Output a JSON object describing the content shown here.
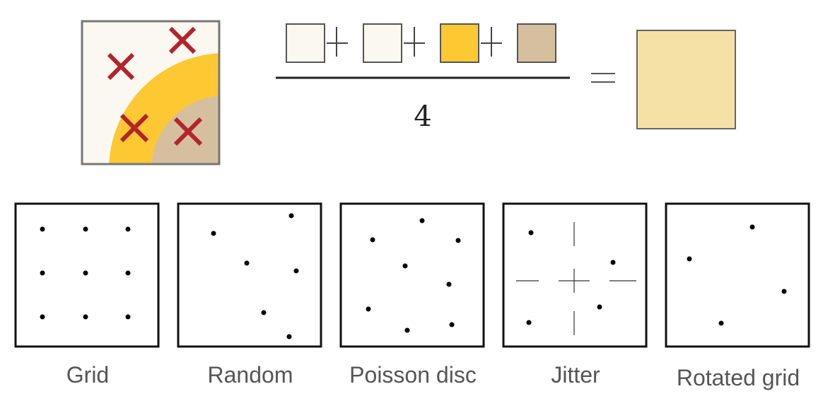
{
  "colors": {
    "background_swatch": "#fbf8f1",
    "yellow": "#fdc832",
    "tan": "#d6bf9f",
    "result": "#f5e1a6",
    "cross": "#b3242c",
    "border": "#444444"
  },
  "equation": {
    "terms": [
      "background_swatch",
      "background_swatch",
      "yellow",
      "tan"
    ],
    "operator": "+",
    "equals": "=",
    "denominator": "4"
  },
  "patterns": [
    {
      "label": "Grid"
    },
    {
      "label": "Random"
    },
    {
      "label": "Poisson disc"
    },
    {
      "label": "Jitter"
    },
    {
      "label": "Rotated grid"
    }
  ]
}
